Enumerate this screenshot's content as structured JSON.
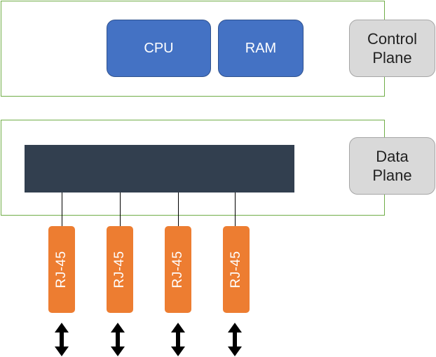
{
  "control_plane": {
    "chips": [
      "CPU",
      "RAM"
    ],
    "label_lines": [
      "Control",
      "Plane"
    ]
  },
  "data_plane": {
    "label_lines": [
      "Data",
      "Plane"
    ]
  },
  "ports": [
    "RJ-45",
    "RJ-45",
    "RJ-45",
    "RJ-45"
  ],
  "colors": {
    "frame_border": "#70ad47",
    "chip_fill": "#4472c4",
    "plane_label_fill": "#d9d9d9",
    "switch_bar_fill": "#323f4f",
    "port_fill": "#ed7d31",
    "arrow": "#000000"
  }
}
